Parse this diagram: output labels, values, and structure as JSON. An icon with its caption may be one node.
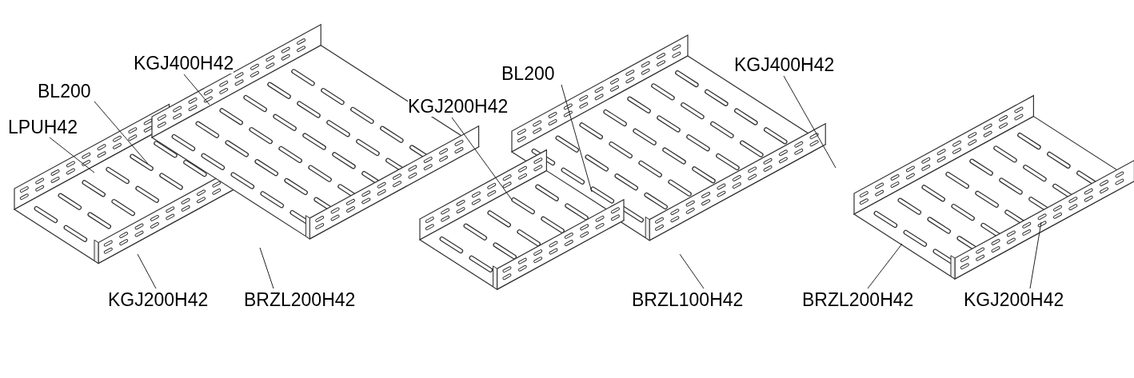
{
  "diagram": {
    "nodes": [
      {
        "text": [
          "KGJ400H42"
        ]
      },
      {
        "text": [
          "BL200"
        ]
      },
      {
        "text": [
          "LPUH42"
        ]
      },
      {
        "text": [
          "KGJ200H42"
        ]
      },
      {
        "text": [
          "BRZL200H42"
        ]
      },
      {
        "text": [
          "BL200"
        ]
      },
      {
        "text": [
          "KGJ200H42"
        ]
      },
      {
        "text": [
          "KGJ400H42"
        ]
      },
      {
        "text": [
          "BRZL100H42"
        ]
      },
      {
        "text": [
          "BRZL200H42"
        ]
      },
      {
        "text": [
          "KGJ200H42"
        ]
      }
    ],
    "edges": [
      {
        "from": 0,
        "to": null,
        "arrow": "none"
      },
      {
        "from": 1,
        "to": null,
        "arrow": "none"
      },
      {
        "from": 2,
        "to": null,
        "arrow": "none"
      },
      {
        "from": 3,
        "to": null,
        "arrow": "none"
      },
      {
        "from": 4,
        "to": null,
        "arrow": "none"
      },
      {
        "from": 5,
        "to": null,
        "arrow": "none"
      },
      {
        "from": 6,
        "to": null,
        "arrow": "none"
      },
      {
        "from": 7,
        "to": null,
        "arrow": "none"
      },
      {
        "from": 8,
        "to": null,
        "arrow": "none"
      },
      {
        "from": 9,
        "to": null,
        "arrow": "none"
      },
      {
        "from": 10,
        "to": null,
        "arrow": "none"
      }
    ]
  }
}
